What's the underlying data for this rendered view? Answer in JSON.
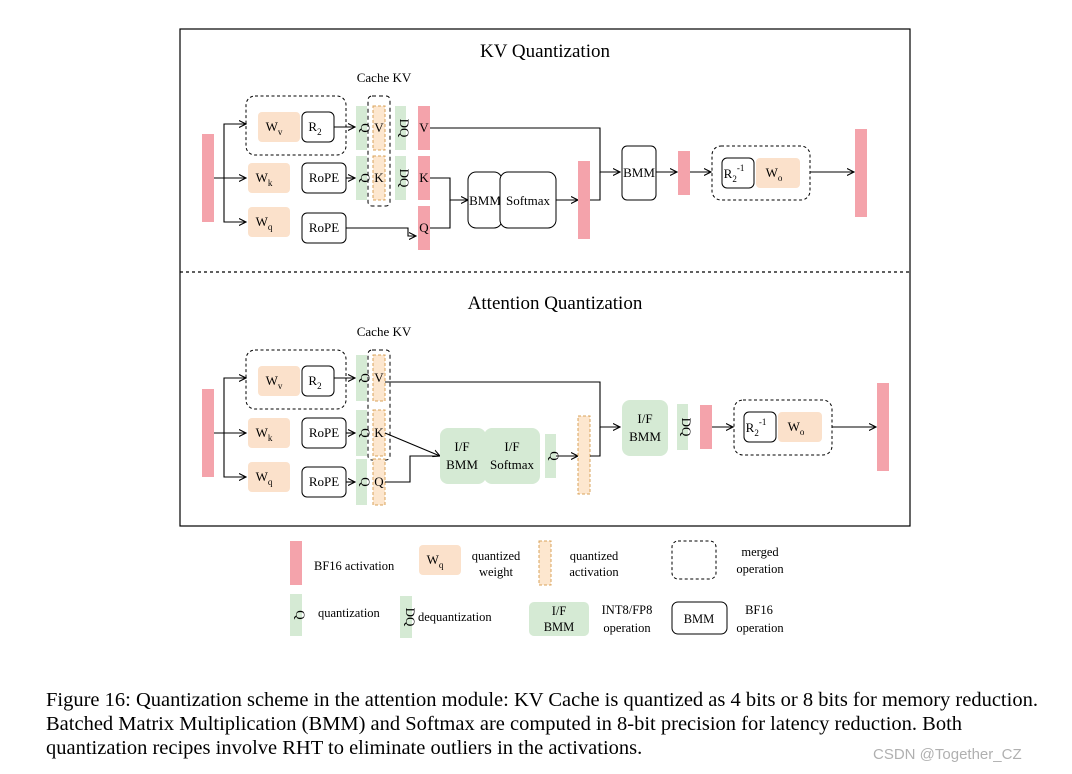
{
  "colors": {
    "bf16_activation": "#f4a3ab",
    "quantized_weight": "#fbe1cb",
    "quantized_activation_fill": "#fde7cf",
    "quantized_activation_border": "#d9a35b",
    "green_op": "#d5ead4",
    "border": "#000000"
  },
  "diagram": {
    "kv_section": {
      "title": "KV Quantization",
      "cache_label": "Cache KV",
      "wv": "W",
      "wv_sub": "v",
      "wk": "W",
      "wk_sub": "k",
      "wq": "W",
      "wq_sub": "q",
      "r2": "R",
      "r2_sub": "2",
      "rope_k": "RoPE",
      "rope_q": "RoPE",
      "v": "V",
      "k": "K",
      "dq_v": "DQ",
      "dq_k": "DQ",
      "v_out": "V",
      "k_out": "K",
      "q_out": "Q",
      "bmm1": "BMM",
      "softmax": "Softmax",
      "bmm2": "BMM",
      "r2inv": "R",
      "r2inv_sub": "2",
      "r2inv_sup": "-1",
      "wo": "W",
      "wo_sub": "o"
    },
    "attn_section": {
      "title": "Attention Quantization",
      "cache_label": "Cache KV",
      "wv": "W",
      "wv_sub": "v",
      "wk": "W",
      "wk_sub": "k",
      "wq": "W",
      "wq_sub": "q",
      "r2": "R",
      "r2_sub": "2",
      "rope_k": "RoPE",
      "rope_q": "RoPE",
      "v": "V",
      "k": "K",
      "q": "Q",
      "if_bmm_line1": "I/F",
      "if_bmm_line2": "BMM",
      "if_softmax_line1": "I/F",
      "if_softmax_line2": "Softmax",
      "q_small": "Q",
      "if_bmm2_line1": "I/F",
      "if_bmm2_line2": "BMM",
      "dq": "DQ",
      "r2inv": "R",
      "r2inv_sub": "2",
      "r2inv_sup": "-1",
      "wo": "W",
      "wo_sub": "o"
    }
  },
  "legend": {
    "bf16": "BF16 activation",
    "wq_w": "W",
    "wq_sub": "q",
    "quantized_weight_1": "quantized",
    "quantized_weight_2": "weight",
    "quantized_activation_1": "quantized",
    "quantized_activation_2": "activation",
    "merged_1": "merged",
    "merged_2": "operation",
    "q_symbol": "Q",
    "quantization": "quantization",
    "dq_symbol": "DQ",
    "dequantization": "dequantization",
    "if_1": "I/F",
    "if_2": "BMM",
    "int8_1": "INT8/FP8",
    "int8_2": "operation",
    "bmm": "BMM",
    "bf16op_1": "BF16",
    "bf16op_2": "operation"
  },
  "caption": "Figure 16: Quantization scheme in the attention module: KV Cache is quantized as 4 bits or 8 bits for memory reduction. Batched Matrix Multiplication (BMM) and Softmax are computed in 8-bit precision for latency reduction. Both quantization recipes involve RHT to eliminate outliers in the activations.",
  "watermark": "CSDN @Together_CZ"
}
